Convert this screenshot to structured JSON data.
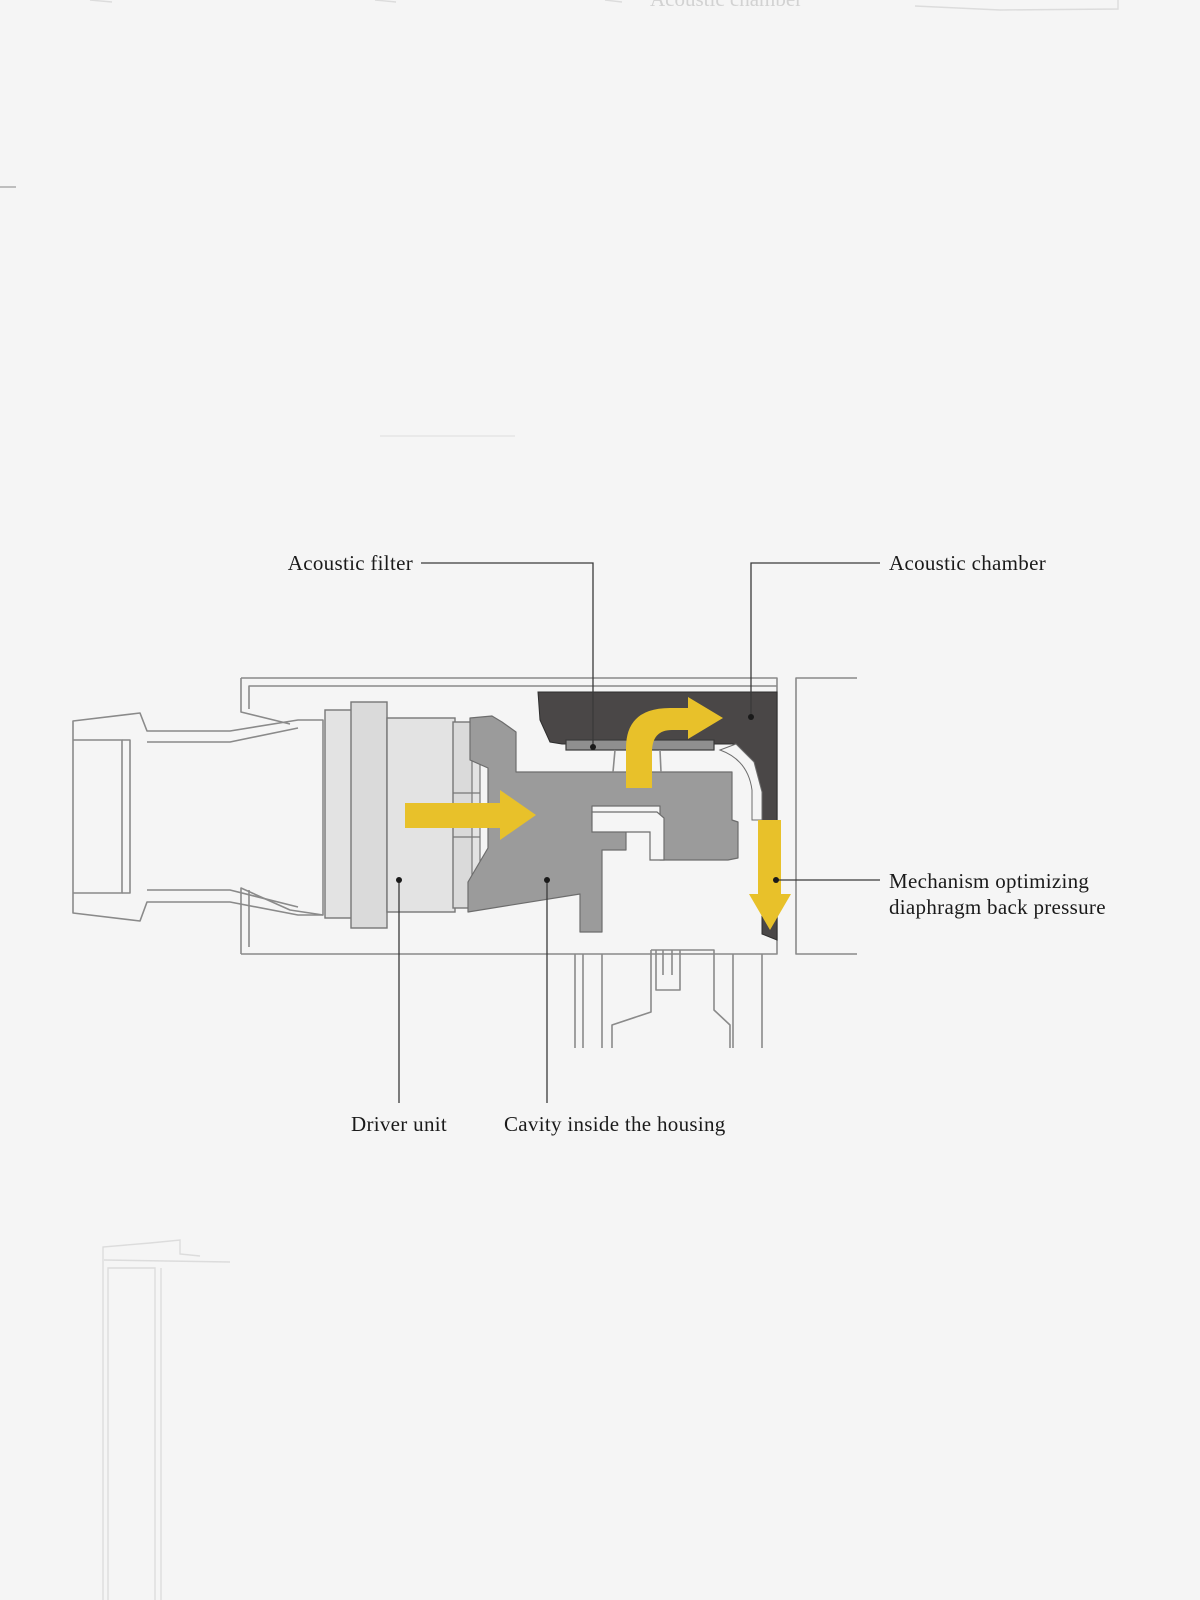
{
  "colors": {
    "background": "#f5f5f5",
    "outline": "#8a8a8a",
    "cavity": "#9b9b9b",
    "chamber": "#4a4747",
    "driver": "#e3e3e3",
    "arrow": "#e8c12a",
    "label": "#1a1a1a"
  },
  "faded_top_text": "Acoustic chamber",
  "labels": {
    "acoustic_filter": "Acoustic filter",
    "acoustic_chamber": "Acoustic chamber",
    "mechanism_line1": "Mechanism optimizing",
    "mechanism_line2": "diaphragm back pressure",
    "driver_unit": "Driver unit",
    "cavity": "Cavity inside the housing"
  }
}
